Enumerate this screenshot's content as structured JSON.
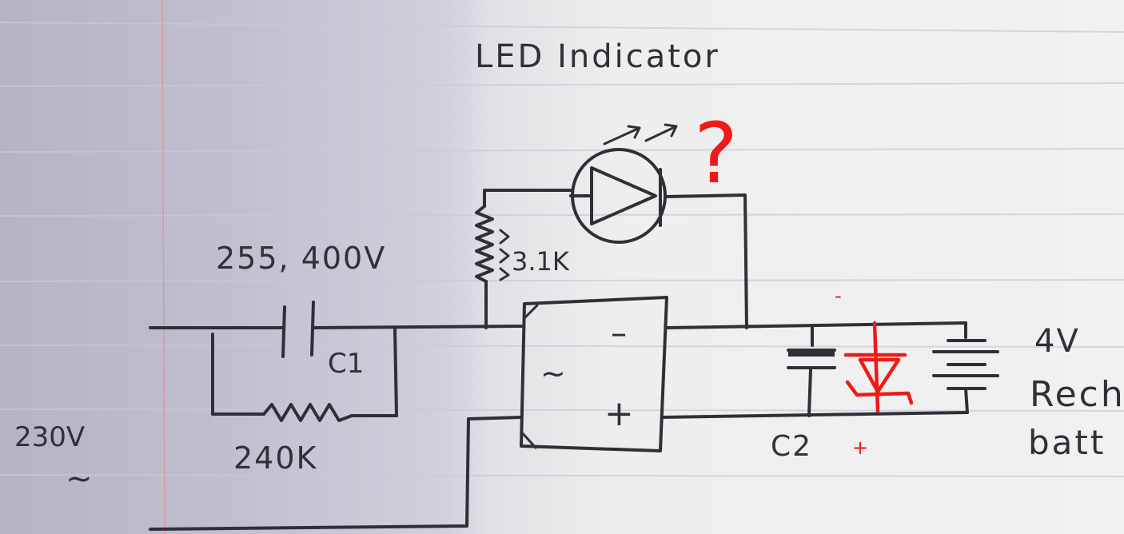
{
  "title": "LED Indicator",
  "annotation_mark": "?",
  "labels": {
    "c1_rating": "255, 400V",
    "resistor_led": "3.1K",
    "c1": "C1",
    "resistor_bleed": "240K",
    "source_voltage": "230V",
    "source_ac": "~",
    "bridge_ac": "~",
    "bridge_minus": "–",
    "bridge_plus": "+",
    "c2": "C2",
    "red_minus": "-",
    "red_plus": "+",
    "battery_voltage": "4V",
    "battery_line1": "Rech",
    "battery_line2": "batt"
  },
  "colors": {
    "ink": "#2f2f37",
    "annotation": "#ee1a1a",
    "paper": "#f1f1f1",
    "shadow": "#b6b3c4"
  }
}
